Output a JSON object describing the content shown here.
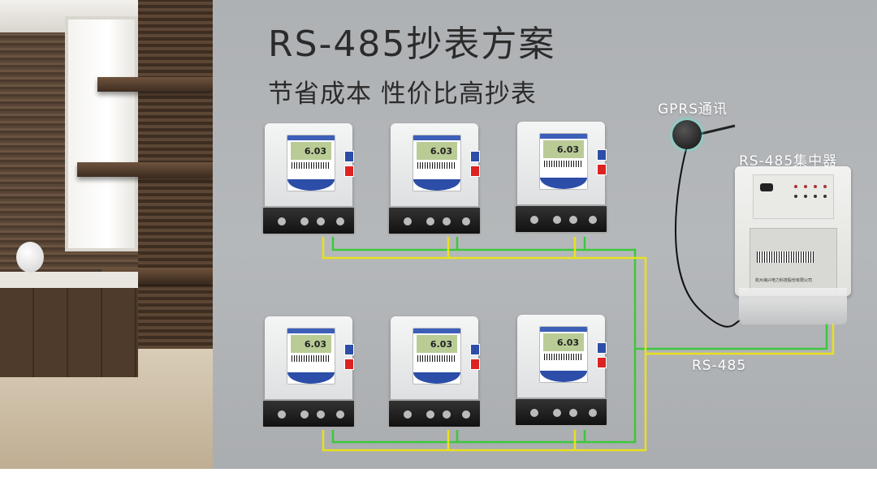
{
  "headline": {
    "title": "RS-485抄表方案",
    "subtitle": "节省成本 性价比高抄表"
  },
  "labels": {
    "gprs": "GPRS通讯",
    "concentrator": "RS-485集中器",
    "bus": "RS-485"
  },
  "meter": {
    "reading": "6.03"
  },
  "concentrator_device": {
    "company": "杭州海兴电力科技股份有限公司"
  },
  "colors": {
    "wire_yellow": "#e8e020",
    "wire_green": "#3cc83c",
    "meter_blue": "#2c4ea8",
    "meter_red": "#dd2222"
  }
}
